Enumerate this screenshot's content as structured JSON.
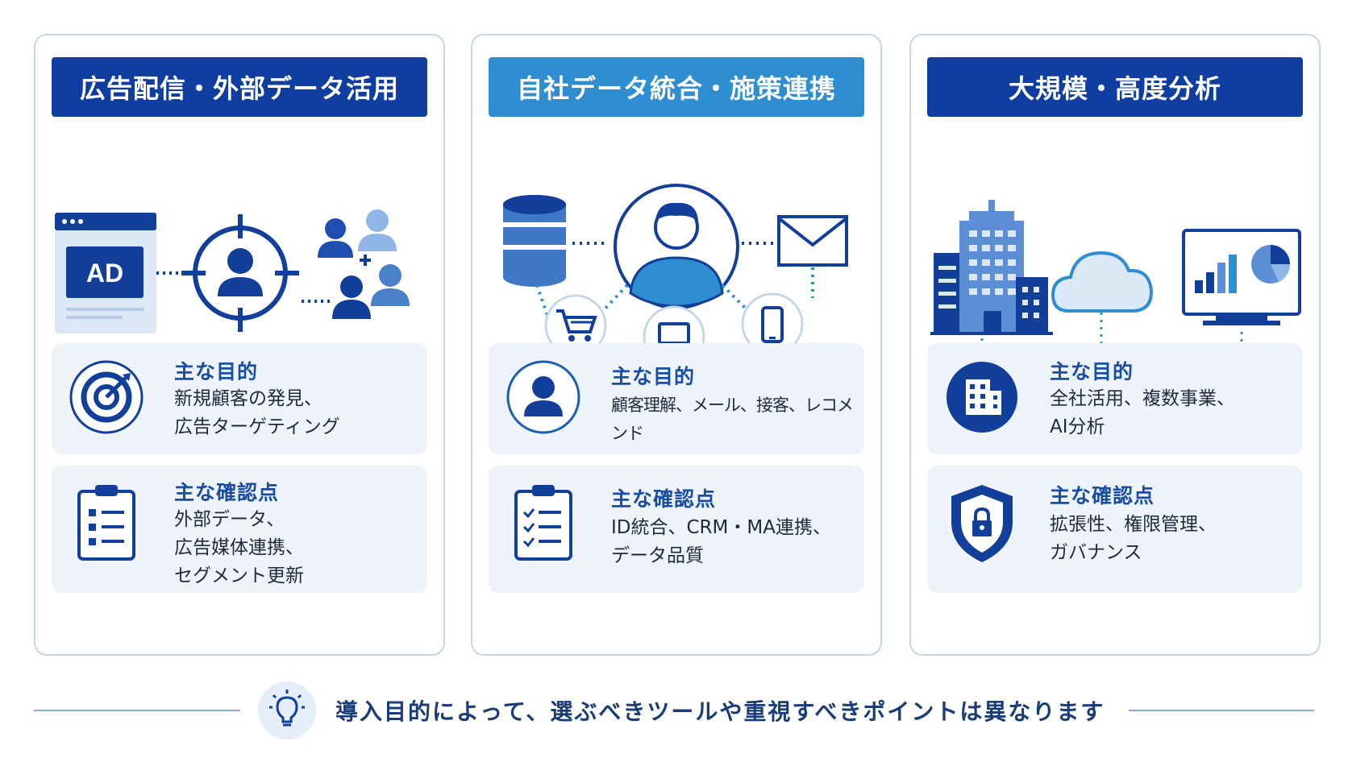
{
  "colors": {
    "dark_blue": "#0f3ea0",
    "light_blue": "#2f8ed0",
    "card_bg": "#eef3fa",
    "border": "#c5d6ea",
    "text_blue": "#1a4ea3"
  },
  "panels": [
    {
      "header": "広告配信・外部データ活用",
      "header_color": "#0f3ea0",
      "ad_label": "AD",
      "purpose": {
        "title": "主な目的",
        "body": "新規顧客の発見、\n広告ターゲティング",
        "icon": "target-icon"
      },
      "checks": {
        "title": "主な確認点",
        "body": "外部データ、\n広告媒体連携、\nセグメント更新",
        "icon": "clipboard-icon"
      }
    },
    {
      "header": "自社データ統合・施策連携",
      "header_color": "#2f8ed0",
      "purpose": {
        "title": "主な目的",
        "body": "顧客理解、メール、接客、レコメンド",
        "icon": "person-icon"
      },
      "checks": {
        "title": "主な確認点",
        "body": "ID統合、CRM・MA連携、\nデータ品質",
        "icon": "checklist-icon"
      }
    },
    {
      "header": "大規模・高度分析",
      "header_color": "#0f3ea0",
      "purpose": {
        "title": "主な目的",
        "body": "全社活用、複数事業、\nAI分析",
        "icon": "building-icon"
      },
      "checks": {
        "title": "主な確認点",
        "body": "拡張性、権限管理、\nガバナンス",
        "icon": "shield-lock-icon"
      }
    }
  ],
  "footer": {
    "text": "導入目的によって、選ぶべきツールや重視すべきポイントは異なります",
    "icon": "lightbulb-icon"
  }
}
